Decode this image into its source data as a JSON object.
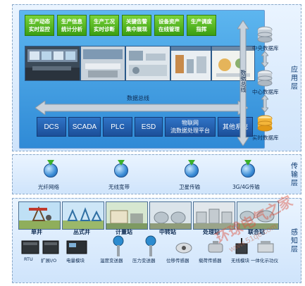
{
  "layers": {
    "application": "应用层",
    "transport": "传输层",
    "perception": "感知层"
  },
  "app_buttons": [
    "生产动态\n实时监控",
    "生产信息\n统计分析",
    "生产工况\n实时诊断",
    "关键告警\n集中展现",
    "设备资产\n在线管理",
    "生产调度\n指挥"
  ],
  "data_bus": "数据总线",
  "data_bus_vertical": "数据总线",
  "systems": [
    "DCS",
    "SCADA",
    "PLC",
    "ESD",
    "物联网\n流数据处理平台",
    "其他系统"
  ],
  "databases": [
    "中央数据库",
    "中心数据库",
    "实时数据库"
  ],
  "networks": [
    "光纤网络",
    "无线宽带",
    "卫星传输",
    "3G/4G传输"
  ],
  "sites": [
    "单井",
    "丛式井",
    "计量站",
    "中转站",
    "处理站",
    "联合站"
  ],
  "devices": [
    "RTU",
    "扩展I/O",
    "电量模块",
    "温度变送器",
    "压力变送器",
    "位移传感器",
    "载荷传感器",
    "无线模块",
    "一体化示功仪"
  ],
  "watermark": {
    "line1": "环球电气之家",
    "line2": "www.51qe.com"
  },
  "colors": {
    "green_button": "#4cae1c",
    "system_button": "#1f58a6",
    "panel_blue": "#3a96dd"
  }
}
